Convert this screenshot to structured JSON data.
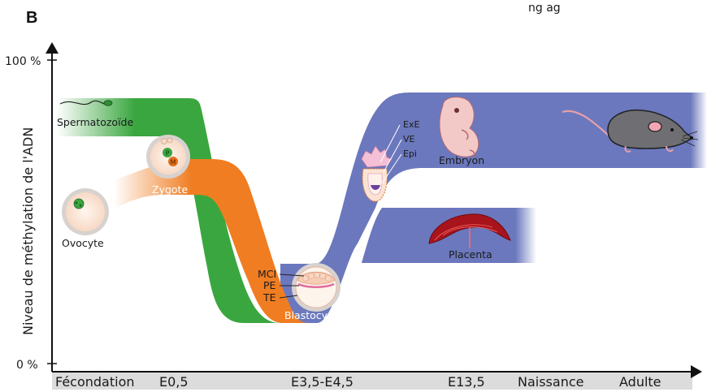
{
  "panel_letter": "B",
  "top_caption": "ng ag ",
  "y_axis": {
    "label": "Niveau de méthylation de l'ADN",
    "tick_top": "100 %",
    "tick_bottom": "0 %"
  },
  "x_axis": {
    "stages": [
      "Fécondation",
      "E0,5",
      "E3,5-E4,5",
      "E13,5",
      "Naissance",
      "Adulte"
    ]
  },
  "labels": {
    "spermatozoide": "Spermatozoïde",
    "ovocyte": "Ovocyte",
    "zygote": "Zygote",
    "zygote_p": "P",
    "zygote_m": "M",
    "blastocyste": "Blastocyste",
    "mci": "MCI",
    "pe": "PE",
    "te": "TE",
    "exe": "ExE",
    "ve": "VE",
    "epi": "Epi",
    "embryon": "Embryon",
    "placenta": "Placenta"
  },
  "colors": {
    "paternal": "#3aa63f",
    "maternal": "#f07d22",
    "embryo": "#6b78bd",
    "axis_band": "#dcdcdc",
    "placenta": "#a8141c"
  }
}
